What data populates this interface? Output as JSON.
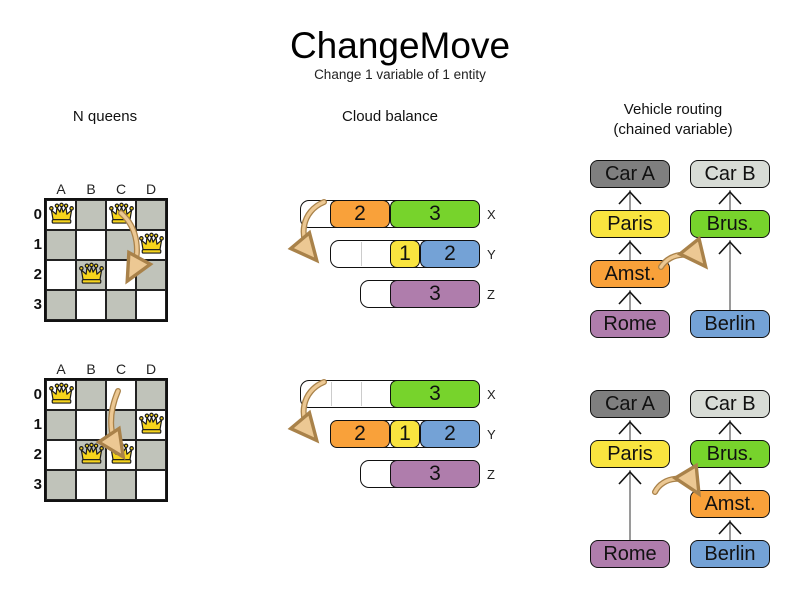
{
  "title": "ChangeMove",
  "subtitle": "Change 1 variable of 1 entity",
  "colors": {
    "orange": "#f9a13a",
    "green": "#77d32c",
    "yellow": "#f9e43f",
    "blue": "#74a2d6",
    "purple": "#af7dac",
    "darkgray": "#7f7f7f",
    "lightgray": "#d8dcd6",
    "board_gray": "#c0c3ba",
    "queen_gold": "#f6d41c",
    "arrow_light": "#ecc893",
    "arrow_dark": "#a9824a",
    "chain_line": "#808080"
  },
  "nqueens": {
    "label": "N queens",
    "columns": [
      "A",
      "B",
      "C",
      "D"
    ],
    "rows": [
      "0",
      "1",
      "2",
      "3"
    ],
    "before": {
      "queens": [
        [
          0,
          0
        ],
        [
          2,
          0
        ],
        [
          3,
          1
        ],
        [
          1,
          2
        ]
      ]
    },
    "after": {
      "queens": [
        [
          0,
          0
        ],
        [
          3,
          1
        ],
        [
          1,
          2
        ],
        [
          2,
          2
        ]
      ]
    }
  },
  "cloud": {
    "label": "Cloud balance",
    "before": [
      {
        "label": "X",
        "container": [
          0,
          6
        ],
        "blocks": [
          {
            "value": "2",
            "color": "orange",
            "start": 1,
            "span": 2
          },
          {
            "value": "3",
            "color": "green",
            "start": 3,
            "span": 3
          }
        ]
      },
      {
        "label": "Y",
        "container": [
          1,
          6
        ],
        "blocks": [
          {
            "value": "1",
            "color": "yellow",
            "start": 3,
            "span": 1
          },
          {
            "value": "2",
            "color": "blue",
            "start": 4,
            "span": 2
          }
        ]
      },
      {
        "label": "Z",
        "container": [
          2,
          6
        ],
        "blocks": [
          {
            "value": "3",
            "color": "purple",
            "start": 3,
            "span": 3
          }
        ]
      }
    ],
    "after": [
      {
        "label": "X",
        "container": [
          0,
          6
        ],
        "blocks": [
          {
            "value": "3",
            "color": "green",
            "start": 3,
            "span": 3
          }
        ]
      },
      {
        "label": "Y",
        "container": [
          1,
          6
        ],
        "blocks": [
          {
            "value": "2",
            "color": "orange",
            "start": 1,
            "span": 2
          },
          {
            "value": "1",
            "color": "yellow",
            "start": 3,
            "span": 1
          },
          {
            "value": "2",
            "color": "blue",
            "start": 4,
            "span": 2
          }
        ]
      },
      {
        "label": "Z",
        "container": [
          2,
          6
        ],
        "blocks": [
          {
            "value": "3",
            "color": "purple",
            "start": 3,
            "span": 3
          }
        ]
      }
    ]
  },
  "vehicle": {
    "label": "Vehicle routing",
    "sublabel": "(chained variable)",
    "before": [
      {
        "boxes": [
          {
            "label": "Car A",
            "color": "darkgray",
            "slot": 0
          },
          {
            "label": "Paris",
            "color": "yellow",
            "slot": 1
          },
          {
            "label": "Amst.",
            "color": "orange",
            "slot": 2
          },
          {
            "label": "Rome",
            "color": "purple",
            "slot": 3
          }
        ]
      },
      {
        "boxes": [
          {
            "label": "Car B",
            "color": "lightgray",
            "slot": 0
          },
          {
            "label": "Brus.",
            "color": "green",
            "slot": 1
          },
          {
            "label": "Berlin",
            "color": "blue",
            "slot": 3
          }
        ]
      }
    ],
    "after": [
      {
        "boxes": [
          {
            "label": "Car A",
            "color": "darkgray",
            "slot": 0
          },
          {
            "label": "Paris",
            "color": "yellow",
            "slot": 1
          },
          {
            "label": "Rome",
            "color": "purple",
            "slot": 3
          }
        ]
      },
      {
        "boxes": [
          {
            "label": "Car B",
            "color": "lightgray",
            "slot": 0
          },
          {
            "label": "Brus.",
            "color": "green",
            "slot": 1
          },
          {
            "label": "Amst.",
            "color": "orange",
            "slot": 2
          },
          {
            "label": "Berlin",
            "color": "blue",
            "slot": 3
          }
        ]
      }
    ]
  }
}
